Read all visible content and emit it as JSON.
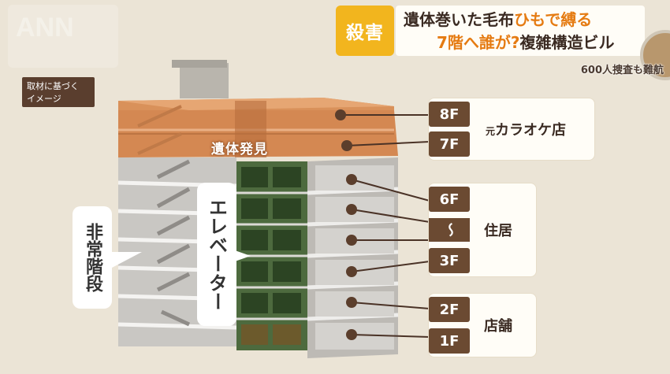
{
  "header": {
    "tag": "殺害",
    "line1_a": "遺体巻いた毛布",
    "line1_b": "ひもで縛る",
    "line2_a": "7階へ誰が?",
    "line2_b": "複雑構造ビル",
    "sub_caption": "600人捜査も難航"
  },
  "note": {
    "line1": "取材に基づく",
    "line2": "イメージ"
  },
  "building": {
    "found_label": "遺体発見",
    "stairs_label": "非常階段",
    "elevator_label": "エレベーター"
  },
  "floors": {
    "group_top": {
      "badge_a": "8F",
      "badge_b": "7F",
      "prefix": "元",
      "name": "カラオケ店"
    },
    "group_mid": {
      "badge_a": "6F",
      "tilde": "〜",
      "badge_b": "3F",
      "name": "住居"
    },
    "group_bot": {
      "badge_a": "2F",
      "badge_b": "1F",
      "name": "店舗"
    }
  },
  "colors": {
    "accent_yellow": "#f2b51e",
    "highlight_orange": "#e57b12",
    "badge_brown": "#6b4a32",
    "roof_orange": "#d9915a"
  }
}
